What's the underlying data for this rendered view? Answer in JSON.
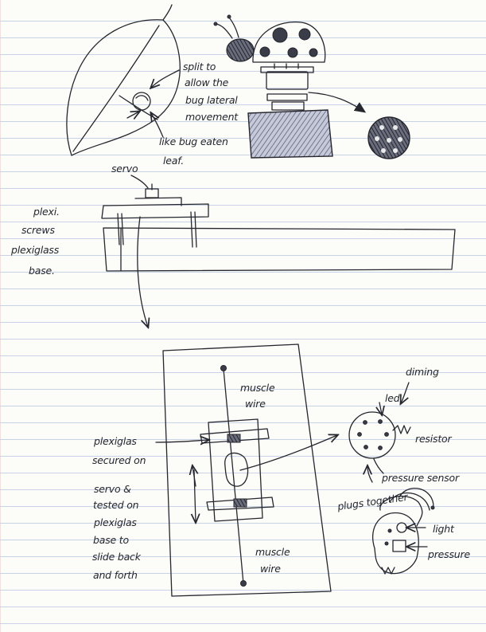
{
  "labels": {
    "leaf_note": [
      "split to",
      "allow the",
      "bug lateral",
      "movement"
    ],
    "leaf_note_2": [
      "like bug eaten",
      "leaf."
    ],
    "servo_top": "servo",
    "plexi": "plexi.",
    "screws": "screws",
    "plexiglass_base": [
      "plexiglass",
      "base."
    ],
    "muscle_wire_top": [
      "muscle",
      "wire"
    ],
    "muscle_wire_bottom": [
      "muscle",
      "wire"
    ],
    "plexiglas_note": [
      "plexiglas",
      "secured on",
      "servo &",
      "tested on",
      "plexiglas",
      "base to",
      "slide back",
      "and forth"
    ],
    "dimming": "diming",
    "led": "led",
    "resistor": "resistor",
    "pressure_sensor": "pressure sensor",
    "plugs_together": "plugs together",
    "light": "light",
    "pressure": "pressure"
  }
}
